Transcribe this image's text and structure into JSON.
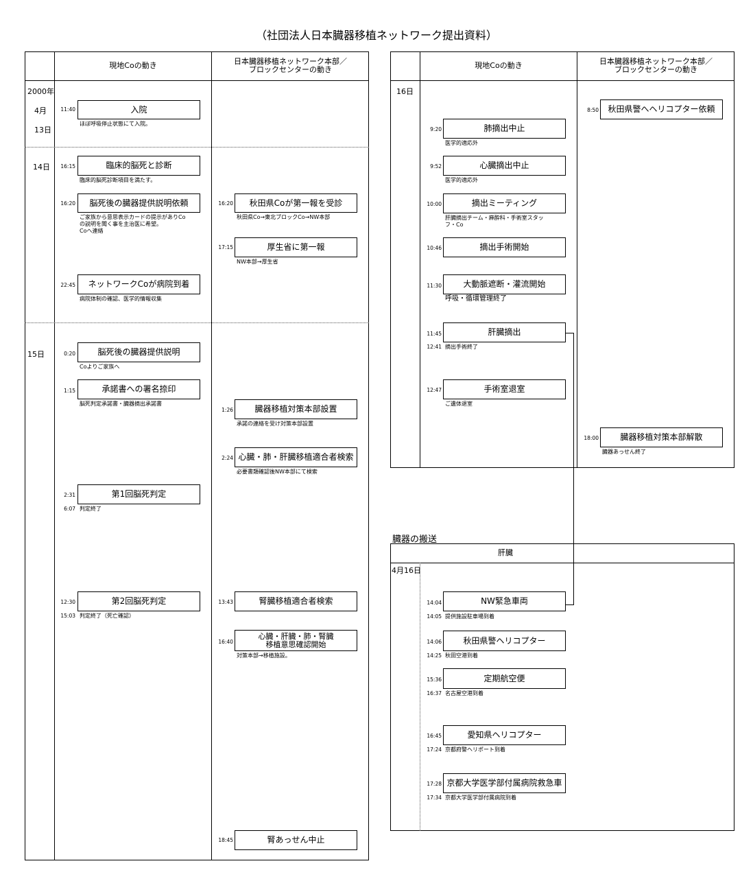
{
  "title": "（社団法人日本臓器移植ネットワーク提出資料）",
  "left": {
    "header_local": "現地Coの動き",
    "header_hq": "日本臓器移植ネットワーク本部／\nブロックセンターの動き",
    "dates": {
      "d1_year": "2000年",
      "d1_month": "4月",
      "d1_day": "13日",
      "d2": "14日",
      "d3": "15日"
    },
    "events": [
      {
        "time": "11:40",
        "label": "入院",
        "note": "ほぼ呼吸停止状態にて入院。"
      },
      {
        "time": "16:15",
        "label": "臨床的脳死と診断",
        "note": "臨床的脳死診断項目を満たす。"
      },
      {
        "time": "16:20",
        "label": "脳死後の臓器提供説明依頼",
        "note": "ご家族から意思表示カードの提示がありCo\nの説明を聞く事を主治医に希望。\nCoへ連絡"
      },
      {
        "time": "16:20",
        "label": "秋田県Coが第一報を受診",
        "note": "秋田県Co→東北ブロックCo→NW本部"
      },
      {
        "time": "17:15",
        "label": "厚生省に第一報",
        "note": "NW本部→厚生省"
      },
      {
        "time": "22:45",
        "label": "ネットワークCoが病院到着",
        "note": "病院体制の確認、医学的情報収集"
      },
      {
        "time": "0:20",
        "label": "脳死後の臓器提供説明",
        "note": "Coよりご家族へ"
      },
      {
        "time": "1:15",
        "label": "承諾書への署名捺印",
        "note": "脳死判定承諾書・臓器摘出承諾書"
      },
      {
        "time": "1:26",
        "label": "臓器移植対策本部設置",
        "note": "承諾の連絡を受け対策本部設置"
      },
      {
        "time": "2:24",
        "label": "心臓・肺・肝臓移植適合者検索",
        "note": "必要書類確認後NW本部にて検索"
      },
      {
        "time": "2:31",
        "label": "第1回脳死判定",
        "note": "判定終了",
        "time2": "6:07"
      },
      {
        "time": "12:30",
        "label": "第2回脳死判定",
        "note": "判定終了（死亡確認）",
        "time2": "15:03"
      },
      {
        "time": "13:43",
        "label": "腎臓移植適合者検索",
        "note": ""
      },
      {
        "time": "16:40",
        "label": "心臓・肝臓・肺・腎臓\n移植意思確認開始",
        "note": "対策本部→移植施設。"
      },
      {
        "time": "18:45",
        "label": "腎あっせん中止",
        "note": ""
      }
    ]
  },
  "right": {
    "header_local": "現地Coの動き",
    "header_hq": "日本臓器移植ネットワーク本部／\nブロックセンターの動き",
    "date": "16日",
    "events": [
      {
        "time": "8:50",
        "label": "秋田県警へヘリコプター依頼",
        "note": ""
      },
      {
        "time": "9:20",
        "label": "肺摘出中止",
        "note": "医学的適応外"
      },
      {
        "time": "9:52",
        "label": "心臓摘出中止",
        "note": "医学的適応外"
      },
      {
        "time": "10:00",
        "label": "摘出ミーティング",
        "note": "肝臓摘出チーム・麻酔科・手術室スタッ\nフ・Co"
      },
      {
        "time": "10:46",
        "label": "摘出手術開始",
        "note": ""
      },
      {
        "time": "11:30",
        "label": "大動脈遮断・灌流開始",
        "note": "呼吸・循環管理終了"
      },
      {
        "time": "11:45",
        "label": "肝臓摘出",
        "note": "摘出手術終了",
        "time2": "12:41"
      },
      {
        "time": "12:47",
        "label": "手術室退室",
        "note": "ご遺体退室"
      },
      {
        "time": "18:00",
        "label": "臓器移植対策本部解散",
        "note": "臓器あっせん終了"
      }
    ]
  },
  "transport": {
    "section_label": "臓器の搬送",
    "header": "肝臓",
    "date": "4月16日",
    "events": [
      {
        "time": "14:04",
        "label": "NW緊急車両",
        "note": "提供施設駐車場到着",
        "time2": "14:05"
      },
      {
        "time": "14:06",
        "label": "秋田県警ヘリコプター",
        "note": "秋田空港到着",
        "time2": "14:25"
      },
      {
        "time": "15:36",
        "label": "定期航空便",
        "note": "名古屋空港到着",
        "time2": "16:37"
      },
      {
        "time": "16:45",
        "label": "愛知県ヘリコプター",
        "note": "京都府警ヘリポート到着",
        "time2": "17:24"
      },
      {
        "time": "17:28",
        "label": "京都大学医学部付属病院救急車",
        "note": "京都大学医学部付属病院到着",
        "time2": "17:34"
      }
    ]
  }
}
